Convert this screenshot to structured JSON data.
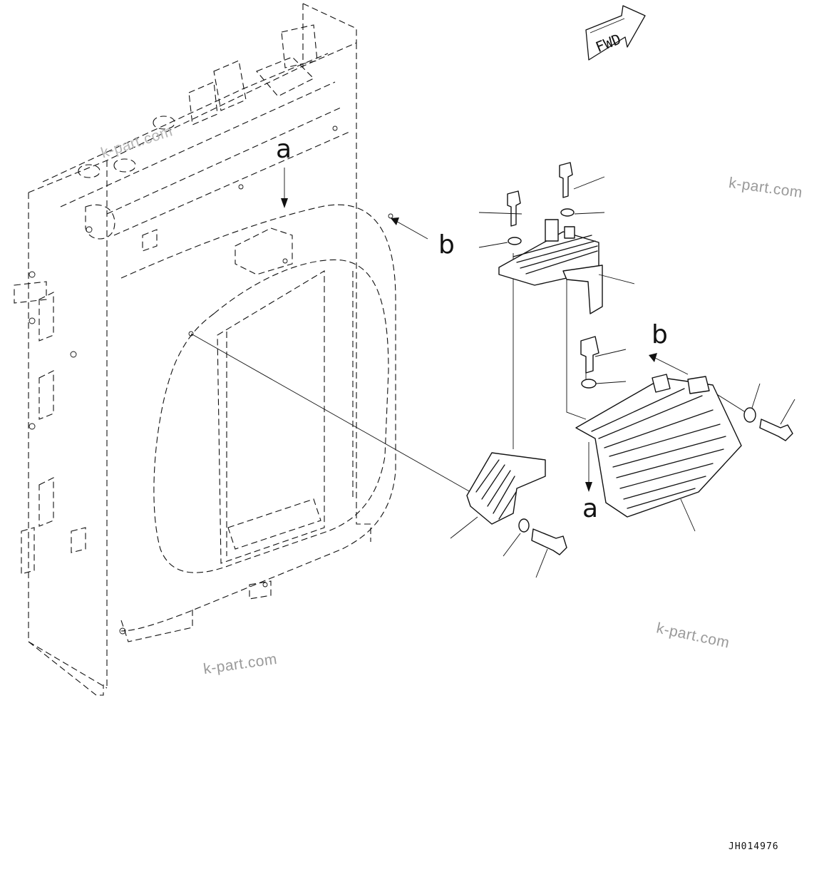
{
  "diagram": {
    "direction_label": "FWD",
    "callouts": [
      "a",
      "b",
      "b",
      "a"
    ],
    "drawing_code": "JH014976",
    "watermarks": [
      "k-part.com",
      "k-part.com",
      "k-part.com",
      "k-part.com"
    ]
  }
}
